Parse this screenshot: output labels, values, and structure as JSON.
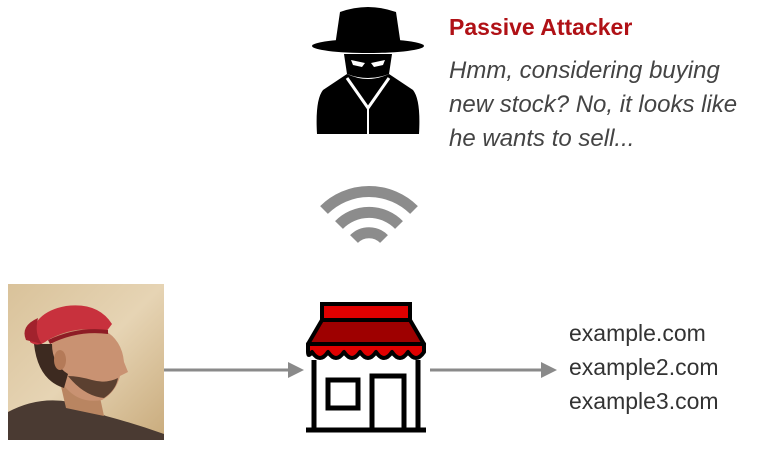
{
  "attacker": {
    "title": "Passive Attacker",
    "thought": "Hmm, considering buying new stock? No, it looks like he wants to sell..."
  },
  "destinations": [
    "example.com",
    "example2.com",
    "example3.com"
  ],
  "icons": {
    "attacker": "spy-icon",
    "signal": "wifi-icon",
    "user": "user-photo",
    "server": "storefront-icon"
  },
  "colors": {
    "attacker_title": "#b01116",
    "awning_red": "#e00000",
    "awning_dark": "#9e0000",
    "arrow": "#8a8a8a",
    "wifi": "#8c8c8c"
  }
}
